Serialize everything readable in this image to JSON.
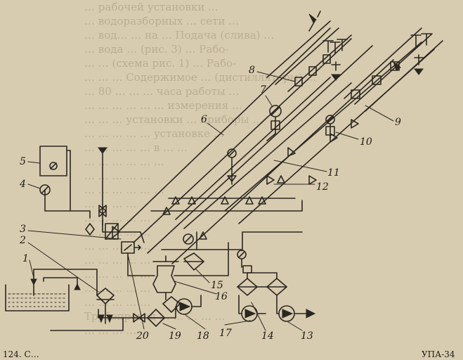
{
  "background_text": [
    "… рабочей установки ...",
    "… водоразборных … сети …",
    "… вод… … на … Подача (слива) …",
    "… вода … (рис. 3) … Рабо-",
    "… … (схема рис. 1) … Рабо-",
    "… … … Содержимое … (дистилляторы) …",
    "… 80 … … … часа работы …",
    "… … … … … … измерения …",
    "… … … установки … приборы …",
    "… … … … … установке …",
    "… … … … … в … …",
    "… … … … … …",
    "… … … … …",
    "… … … … … …",
    "… … … …",
    "… … … … …",
    "… … … … …",
    "… … … … …",
    "… … … … …",
    "… … … … …",
    "… … … … …",
    "… … … … …",
    "Трубопровод … … … … …",
    "… … … … …"
  ],
  "labels": {
    "l1": "1",
    "l2": "2",
    "l3": "3",
    "l4": "4",
    "l5": "5",
    "l6": "6",
    "l7": "7",
    "l8": "8",
    "l9": "9",
    "l10": "10",
    "l11": "11",
    "l12": "12",
    "l13": "13",
    "l14": "14",
    "l15": "15",
    "l16": "16",
    "l17": "17",
    "l18": "18",
    "l19": "19",
    "l20": "20"
  },
  "caption": "124. С…",
  "caption_right": "УПА-34"
}
